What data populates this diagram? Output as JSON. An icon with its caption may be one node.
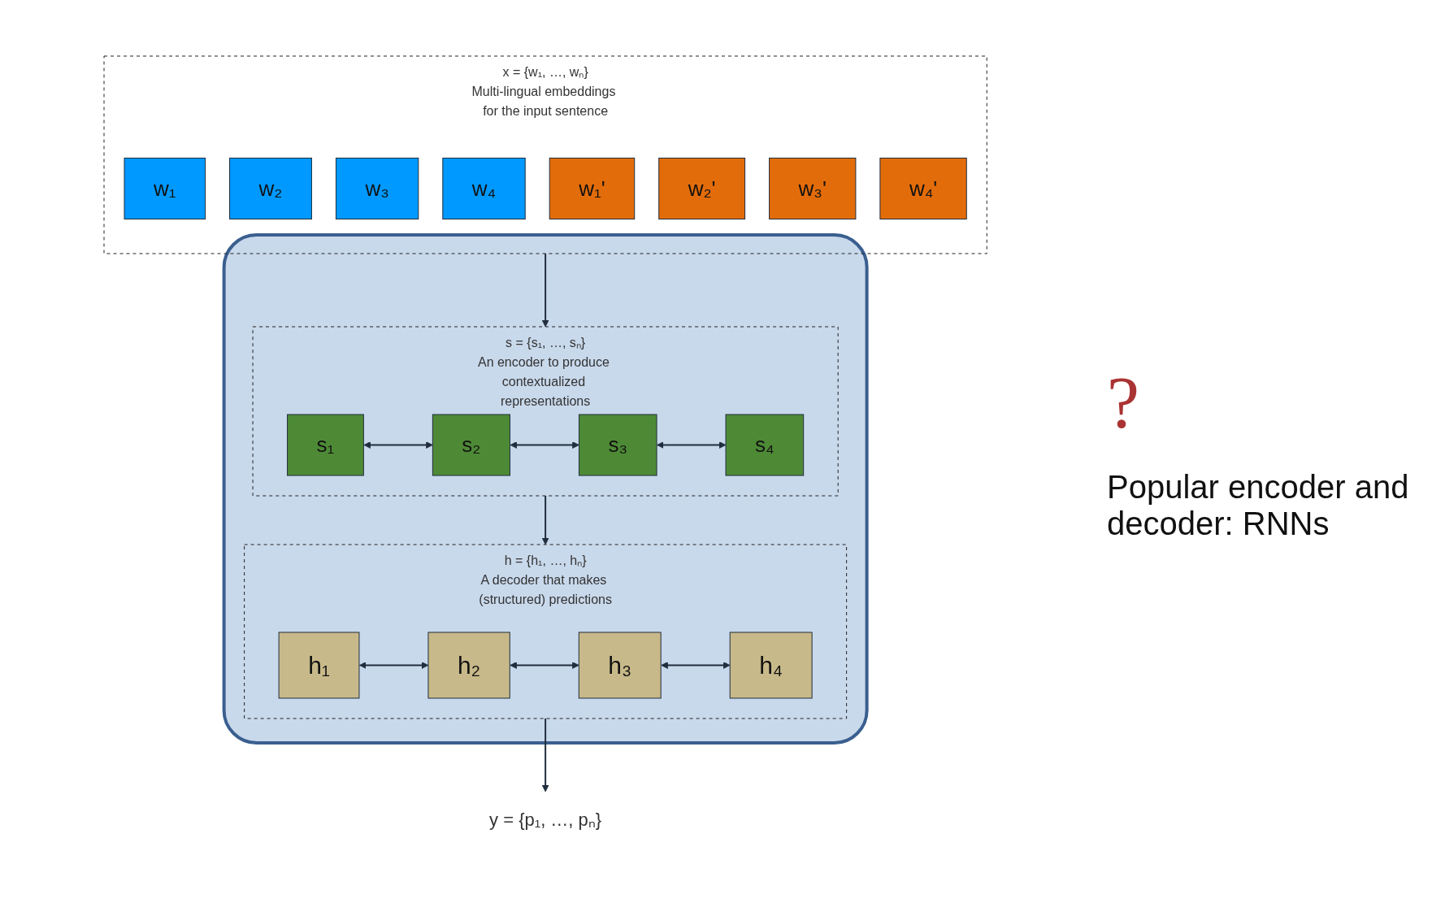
{
  "diagram": {
    "nodes": [
      {
        "text": [],
        "shape": "box"
      },
      {
        "text": [
          "s = {s₁, …, sₙ}",
          "An encoder to produce contextualized representations"
        ],
        "in": 0
      },
      {
        "text": [
          "s₁"
        ],
        "in": 1
      },
      {
        "text": [
          "s₂"
        ],
        "in": 1
      },
      {
        "text": [
          "s₃"
        ],
        "in": 1
      },
      {
        "text": [
          "s₄"
        ],
        "in": 1
      },
      {
        "text": [
          "h = {h₁, …, hₙ}",
          "A decoder that makes (structured) predictions"
        ],
        "in": 0
      },
      {
        "text": [
          "h₁"
        ],
        "in": 6
      },
      {
        "text": [
          "h₂"
        ],
        "in": 6
      },
      {
        "text": [
          "h₃"
        ],
        "in": 6
      },
      {
        "text": [
          "h₄"
        ],
        "in": 6
      },
      {
        "text": [
          "x = {w₁, …, wₙ}",
          "Multi-lingual embeddings for the input sentence"
        ]
      },
      {
        "text": [
          "w₁"
        ],
        "in": 11
      },
      {
        "text": [
          "w₂"
        ],
        "in": 11
      },
      {
        "text": [
          "w₃"
        ],
        "in": 11
      },
      {
        "text": [
          "w₄"
        ],
        "in": 11
      },
      {
        "text": [
          "w₁'"
        ],
        "in": 11
      },
      {
        "text": [
          "w₂'"
        ],
        "in": 11
      },
      {
        "text": [
          "w₃'"
        ],
        "in": 11
      },
      {
        "text": [
          "w₄'"
        ],
        "in": 11
      },
      {
        "text": [
          "y = {p₁, …, pₙ}"
        ]
      }
    ],
    "edges": [
      {
        "from": 2,
        "to": 3,
        "arrow": "both"
      },
      {
        "from": 3,
        "to": 4,
        "arrow": "both"
      },
      {
        "from": 4,
        "to": 5,
        "arrow": "both"
      },
      {
        "from": 7,
        "to": 8,
        "arrow": "both"
      },
      {
        "from": 8,
        "to": 9,
        "arrow": "both"
      },
      {
        "from": 9,
        "to": 10,
        "arrow": "both"
      },
      {
        "from": 1,
        "to": 6,
        "arrow": "to"
      },
      {
        "from": 11,
        "to": 1,
        "arrow": "to"
      },
      {
        "from": 6,
        "to": 20,
        "arrow": "to"
      }
    ],
    "labels": [
      "?",
      "Popular encoder and decoder: RNNs"
    ]
  }
}
